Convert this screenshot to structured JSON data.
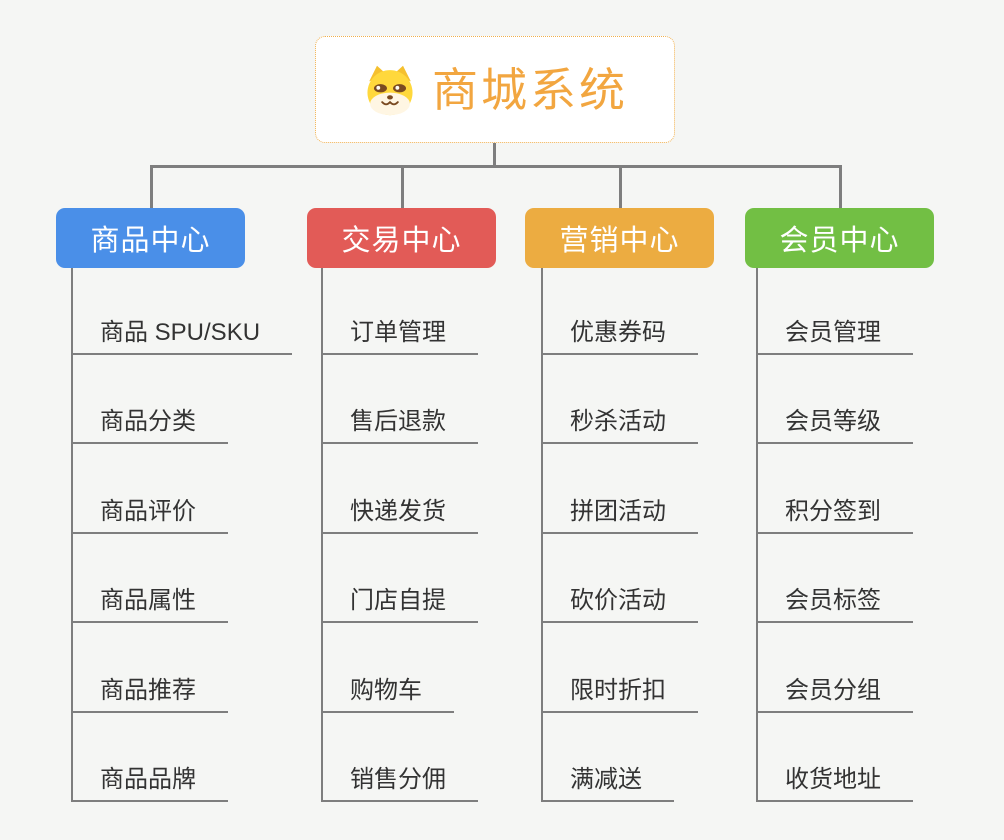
{
  "root": {
    "title": "商城系统",
    "icon": "shiba-dog-icon",
    "border_color": "#f0b04e",
    "text_color": "#f2a640"
  },
  "branches": [
    {
      "label": "商品中心",
      "color": "#4a8fe8",
      "children": [
        "商品 SPU/SKU",
        "商品分类",
        "商品评价",
        "商品属性",
        "商品推荐",
        "商品品牌"
      ]
    },
    {
      "label": "交易中心",
      "color": "#e25b57",
      "children": [
        "订单管理",
        "售后退款",
        "快递发货",
        "门店自提",
        "购物车",
        "销售分佣"
      ]
    },
    {
      "label": "营销中心",
      "color": "#ecac41",
      "children": [
        "优惠券码",
        "秒杀活动",
        "拼团活动",
        "砍价活动",
        "限时折扣",
        "满减送"
      ]
    },
    {
      "label": "会员中心",
      "color": "#72bf44",
      "children": [
        "会员管理",
        "会员等级",
        "积分签到",
        "会员标签",
        "会员分组",
        "收货地址"
      ]
    }
  ],
  "connector_color": "#7e7e7e",
  "background_color": "#f5f6f4"
}
